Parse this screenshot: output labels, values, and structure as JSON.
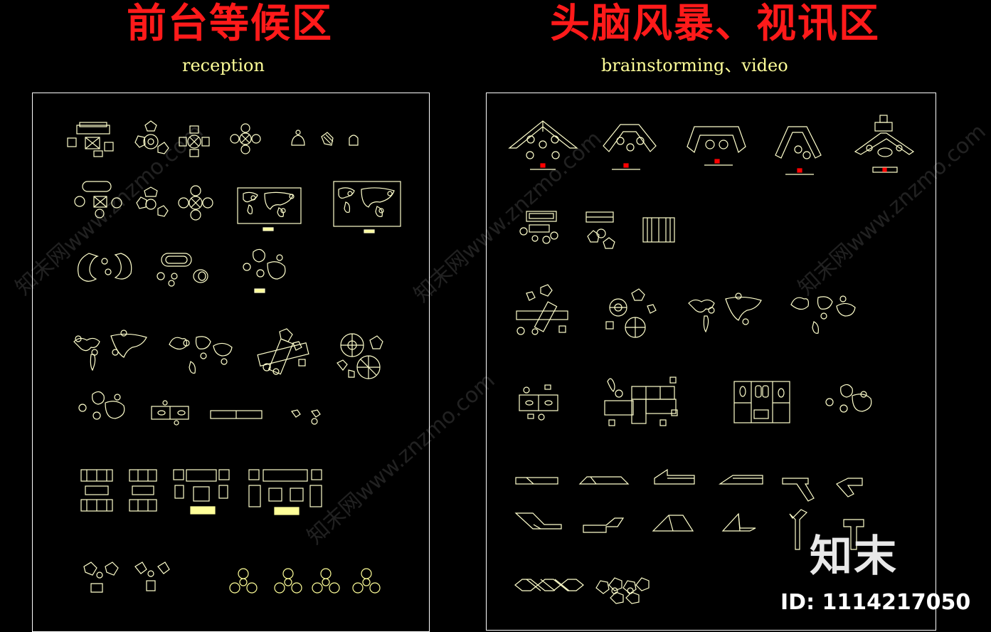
{
  "left": {
    "title": "前台等候区",
    "subtitle": "reception"
  },
  "right": {
    "title": "头脑风暴、视讯区",
    "subtitle": "brainstorming、video"
  },
  "watermarks": [
    "知末网www.znzmo.com",
    "知末网www.znzmo.com",
    "知末网www.znzmo.com",
    "知末网www.znzmo.com"
  ],
  "brand": {
    "logo_text": "知末",
    "id_text": "ID: 1114217050"
  },
  "colors": {
    "title": "#ff1a1a",
    "subtitle": "#ffff99",
    "lines": "#ffffcc",
    "frame": "#ffffff",
    "accent": "#ff0000"
  }
}
